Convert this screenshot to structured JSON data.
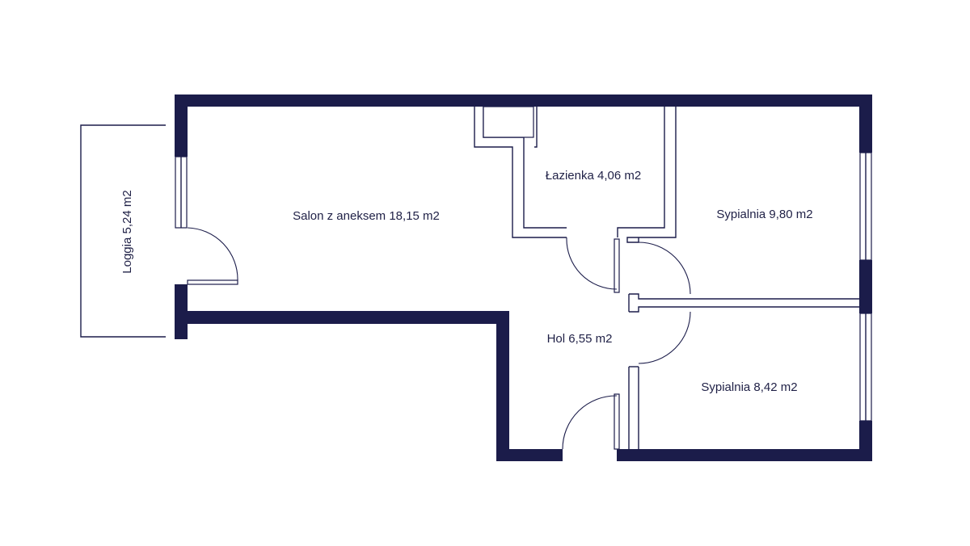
{
  "floor_plan": {
    "rooms": [
      {
        "id": "salon",
        "label": "Salon z aneksem 18,15 m2"
      },
      {
        "id": "lazienka",
        "label": "Łazienka 4,06 m2"
      },
      {
        "id": "sypialnia-1",
        "label": "Sypialnia 9,80 m2"
      },
      {
        "id": "hol",
        "label": "Hol 6,55 m2"
      },
      {
        "id": "sypialnia-2",
        "label": "Sypialnia 8,42 m2"
      },
      {
        "id": "loggia",
        "label": "Loggia 5,24 m2"
      }
    ],
    "colors": {
      "wall": "#1b1c4a",
      "background": "#ffffff",
      "text": "#1f2046"
    }
  }
}
